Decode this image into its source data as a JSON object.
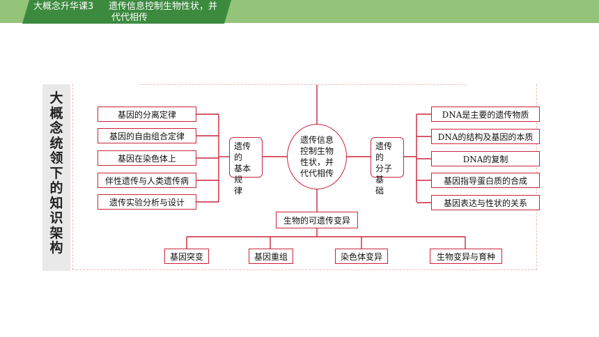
{
  "header": {
    "course": "大概念升华课3",
    "title_line1": "遗传信息控制生物性状，并",
    "title_line2": "代代相传"
  },
  "sidebar": {
    "title_chars": [
      "大",
      "概",
      "念",
      "统",
      "领",
      "下",
      "的",
      "知",
      "识",
      "架",
      "构"
    ]
  },
  "diagram": {
    "center_lines": [
      "遗传信息",
      "控制生物",
      "性状，并",
      "代代相传"
    ],
    "left_hub_lines": [
      "遗传的",
      "基本规",
      "律"
    ],
    "right_hub_lines": [
      "遗传的",
      "分子基",
      "础"
    ],
    "left_items": [
      "基因的分离定律",
      "基因的自由组合定律",
      "基因在染色体上",
      "伴性遗传与人类遗传病",
      "遗传实验分析与设计"
    ],
    "right_items": [
      "DNA是主要的遗传物质",
      "DNA的结构及基因的本质",
      "DNA的复制",
      "基因指导蛋白质的合成",
      "基因表达与性状的关系"
    ],
    "bottom_hub": "生物的可遗传变异",
    "bottom_items": [
      "基因突变",
      "基因重组",
      "染色体变异",
      "生物变异与育种"
    ]
  },
  "colors": {
    "header_bar": "#93c47a",
    "header_tab": "#3c8a3e",
    "border_red": "#c7243a",
    "frame_dash": "#f0b8b8",
    "side_panel": "#e9e9e9"
  }
}
